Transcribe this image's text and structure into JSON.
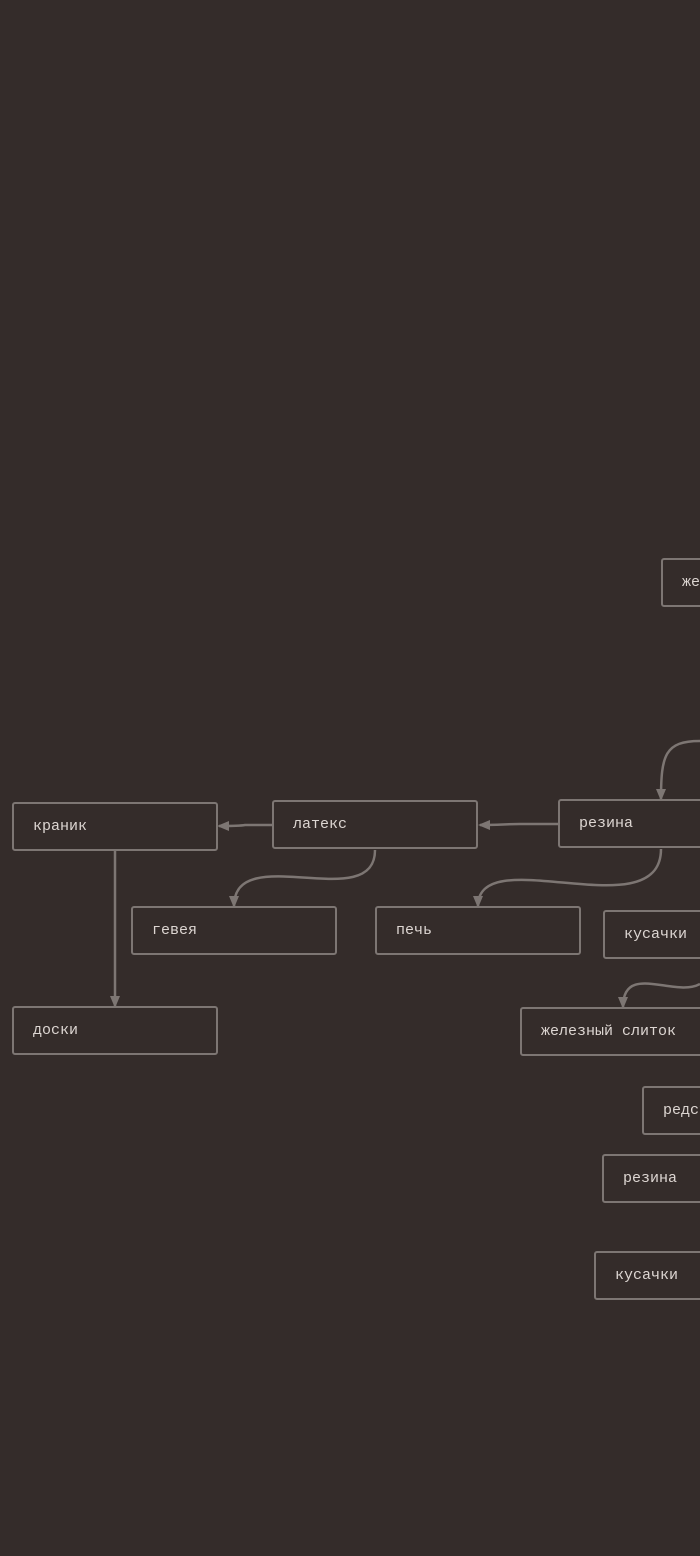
{
  "diagram": {
    "colors": {
      "background": "#342c2a",
      "node_border": "#7d7673",
      "node_text": "#ddd6d2",
      "edge": "#7d7673"
    },
    "nodes": {
      "zhelezo_partial": "железо",
      "kranik": "краник",
      "lateks": "латекс",
      "rezina_main": "резина",
      "geveya": "гевея",
      "pech": "печь",
      "kusachki_top": "кусачки",
      "doski": "доски",
      "zheleznyi_slitok": "железный слиток",
      "redstone_partial": "редстоун",
      "rezina_lower": "резина",
      "kusachki_lower": "кусачки"
    },
    "edges": [
      {
        "from": "offscreen",
        "to": "rezina_main"
      },
      {
        "from": "rezina_main",
        "to": "lateks"
      },
      {
        "from": "lateks",
        "to": "kranik"
      },
      {
        "from": "lateks",
        "to": "geveya"
      },
      {
        "from": "rezina_main",
        "to": "pech"
      },
      {
        "from": "kranik",
        "to": "doski"
      },
      {
        "from": "offscreen",
        "to": "zheleznyi_slitok"
      }
    ]
  }
}
